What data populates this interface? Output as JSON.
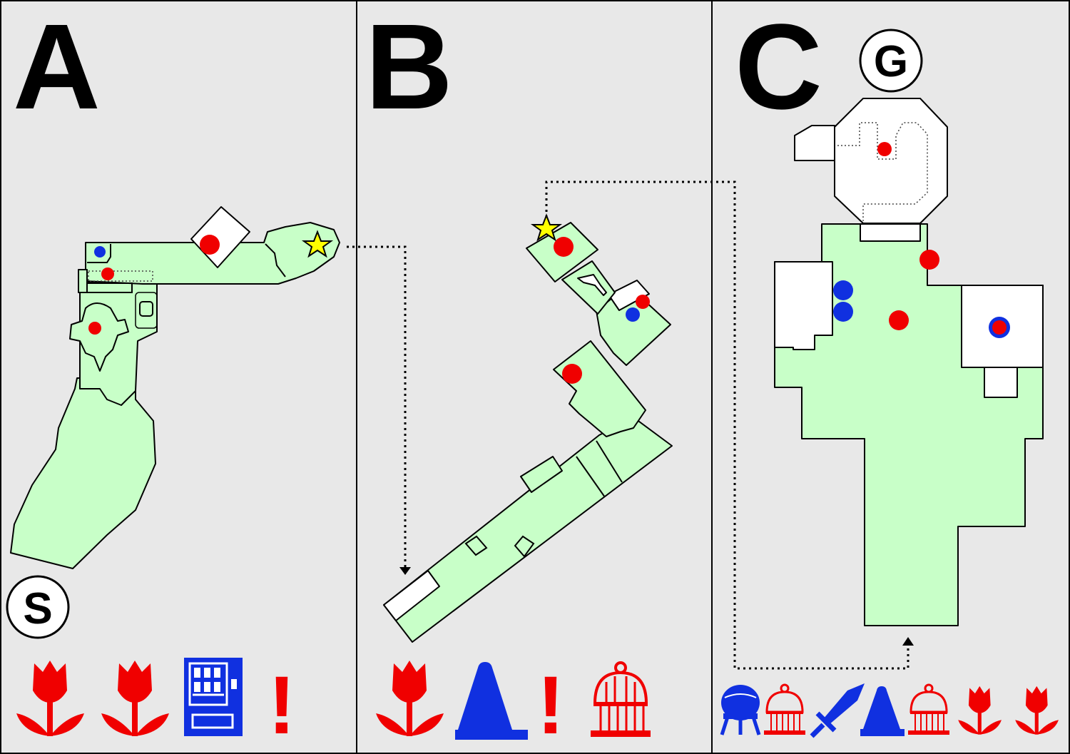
{
  "panels": [
    {
      "letter": "A",
      "items": [
        "tulip-icon",
        "tulip-icon",
        "vending-machine-icon",
        "exclamation-icon"
      ]
    },
    {
      "letter": "B",
      "items": [
        "tulip-icon",
        "traffic-cone-icon",
        "exclamation-icon",
        "birdcage-icon"
      ]
    },
    {
      "letter": "C",
      "items": [
        "bomb-icon",
        "birdcage-icon",
        "sword-icon",
        "traffic-cone-icon",
        "birdcage-icon",
        "tulip-icon",
        "tulip-icon"
      ]
    }
  ],
  "markers": {
    "start": "S",
    "goal": "G"
  },
  "legend_glyphs": {
    "exclamation": "!"
  },
  "colors": {
    "background": "#e8e8e8",
    "walkable_area": "#c8ffc8",
    "room": "#ffffff",
    "red_item": "#f00000",
    "blue_item": "#1030e0",
    "star": "#ffff00",
    "border": "#000000"
  }
}
